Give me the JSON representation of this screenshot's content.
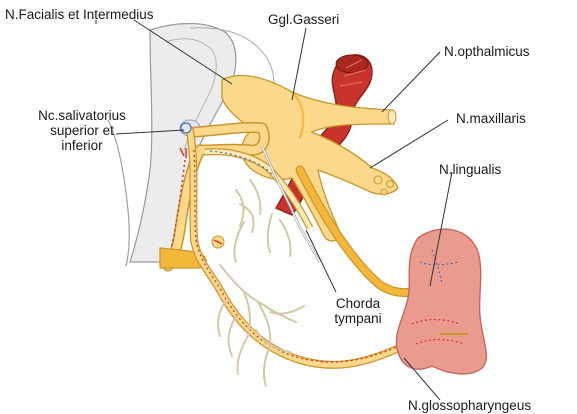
{
  "labels": {
    "facialis": "N.Facialis et Intermedius",
    "gasseri": "Ggl.Gasseri",
    "opthalmicus": "N.opthalmicus",
    "salivatorius_1": "Nc.salivatorius",
    "salivatorius_2": "superior et",
    "salivatorius_3": "inferior",
    "maxillaris": "N.maxillaris",
    "lingualis": "N.lingualis",
    "chorda_1": "Chorda",
    "chorda_2": "tympani",
    "glosso": "N.glossopharyngeus"
  },
  "colors": {
    "nerve_fill": "#fbd88a",
    "nerve_core": "#f5b73a",
    "nerve_outline": "#c9962c",
    "artery": "#c8342c",
    "artery_dark": "#8e1f1a",
    "tongue": "#eb9a8e",
    "tongue_outline": "#c06a5e",
    "brainstem": "#e6e6e6",
    "bone_line": "#9a9a9a",
    "branches": "#d6c7a4",
    "dotted_red": "#d9342c",
    "dotted_blue": "#4a6fb5"
  }
}
